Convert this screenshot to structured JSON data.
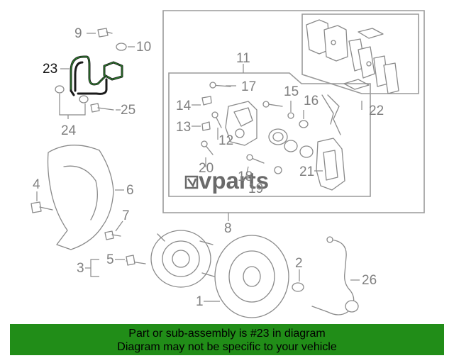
{
  "diagram": {
    "callouts": {
      "c1": "1",
      "c2": "2",
      "c3": "3",
      "c4": "4",
      "c5": "5",
      "c6": "6",
      "c7": "7",
      "c8": "8",
      "c9": "9",
      "c10": "10",
      "c11": "11",
      "c12": "12",
      "c13": "13",
      "c14": "14",
      "c15": "15",
      "c16": "16",
      "c17": "17",
      "c18": "18",
      "c19": "19",
      "c20": "20",
      "c21": "21",
      "c22": "22",
      "c23": "23",
      "c24": "24",
      "c25": "25",
      "c26": "26"
    },
    "highlighted_part": "23",
    "highlight_color": "#2e8b2e"
  },
  "watermark": {
    "text": "vparts"
  },
  "banner": {
    "line1": "Part or sub-assembly is #23 in diagram",
    "line2": "Diagram may not be specific to your vehicle",
    "color": "#218d18"
  }
}
